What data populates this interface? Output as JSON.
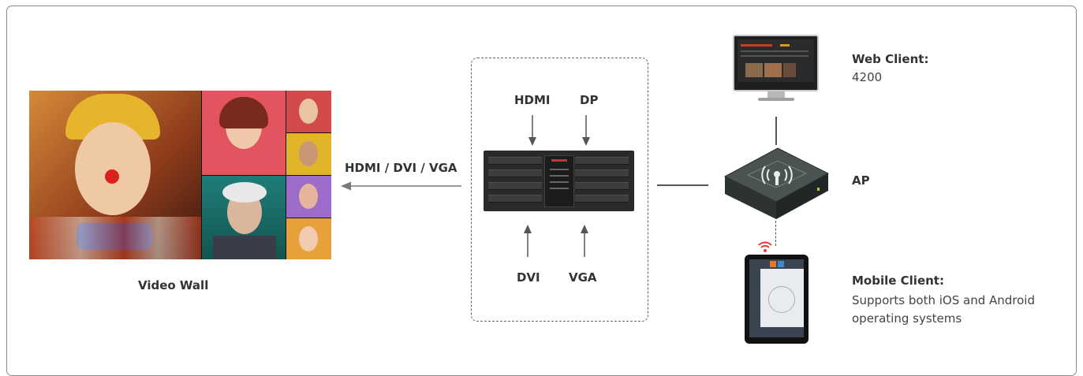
{
  "video_wall": {
    "label": "Video Wall"
  },
  "output_link": {
    "label": "HDMI / DVI / VGA"
  },
  "inputs": {
    "hdmi": "HDMI",
    "dp": "DP",
    "dvi": "DVI",
    "vga": "VGA"
  },
  "web_client": {
    "title": "Web Client:",
    "value": "4200"
  },
  "access_point": {
    "label": "AP"
  },
  "mobile_client": {
    "title": "Mobile Client:",
    "line1": "Supports both iOS and Android",
    "line2": "operating systems"
  },
  "colors": {
    "border": "#8a8a8a",
    "arrow": "#7a7a7a",
    "device": "#2a2a2a",
    "router_top": "#4a5350"
  }
}
